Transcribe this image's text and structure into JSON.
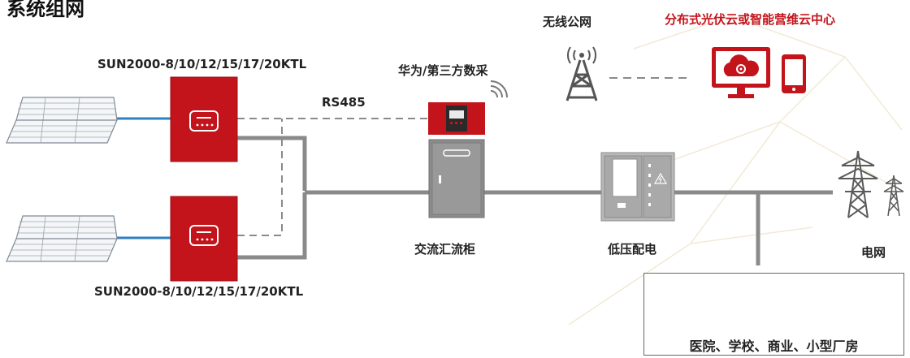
{
  "title": "系统组网",
  "labels": {
    "inverter_model_top": "SUN2000-8/10/12/15/17/20KTL",
    "inverter_model_bottom": "SUN2000-8/10/12/15/17/20KTL",
    "rs485": "RS485",
    "data_logger": "华为/第三方数采",
    "wireless_network": "无线公网",
    "cloud_center": "分布式光伏云或智能营维云中心",
    "ac_combiner": "交流汇流柜",
    "low_voltage": "低压配电",
    "grid": "电网",
    "consumers": "医院、学校、商业、小型厂房"
  },
  "colors": {
    "brand_red": "#c4141b",
    "pv_blue_line": "#2f7fc1",
    "power_line": "#8a8a8a",
    "cabinet_gray": "#8c8c8c"
  },
  "icons": [
    "solar-panel-icon",
    "inverter-icon",
    "data-logger-icon",
    "cell-tower-icon",
    "monitor-cloud-icon",
    "smartphone-icon",
    "ac-combiner-cabinet-icon",
    "distribution-cabinet-icon",
    "transmission-tower-icon",
    "hospital-icon",
    "school-icon",
    "commercial-building-icon",
    "factory-icon"
  ]
}
